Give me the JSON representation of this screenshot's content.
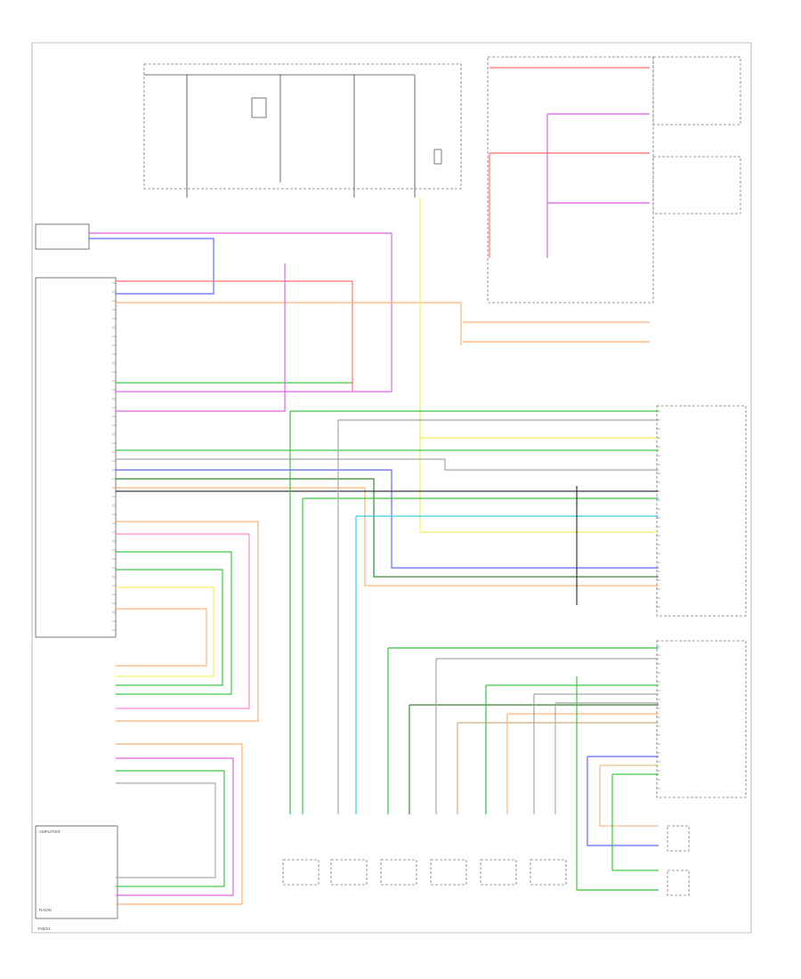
{
  "diagram": {
    "wire_colors": {
      "red": "#ff6b6b",
      "orange": "#ffb070",
      "yellow": "#f5ef60",
      "violet": "#e060e8",
      "blue": "#5a63ff",
      "green": "#3cc43c",
      "lt_green": "#8ad98a",
      "dk_green": "#2f8a2f",
      "brown": "#c9a97a",
      "gray": "#a8a8a8",
      "black": "#333333",
      "cyan": "#40c8e8",
      "pink": "#ff88cc",
      "tan": "#e8c080"
    },
    "footer": "TAB/04",
    "lower_component": "RADIO",
    "amp_label": "AMPLIFIER"
  }
}
